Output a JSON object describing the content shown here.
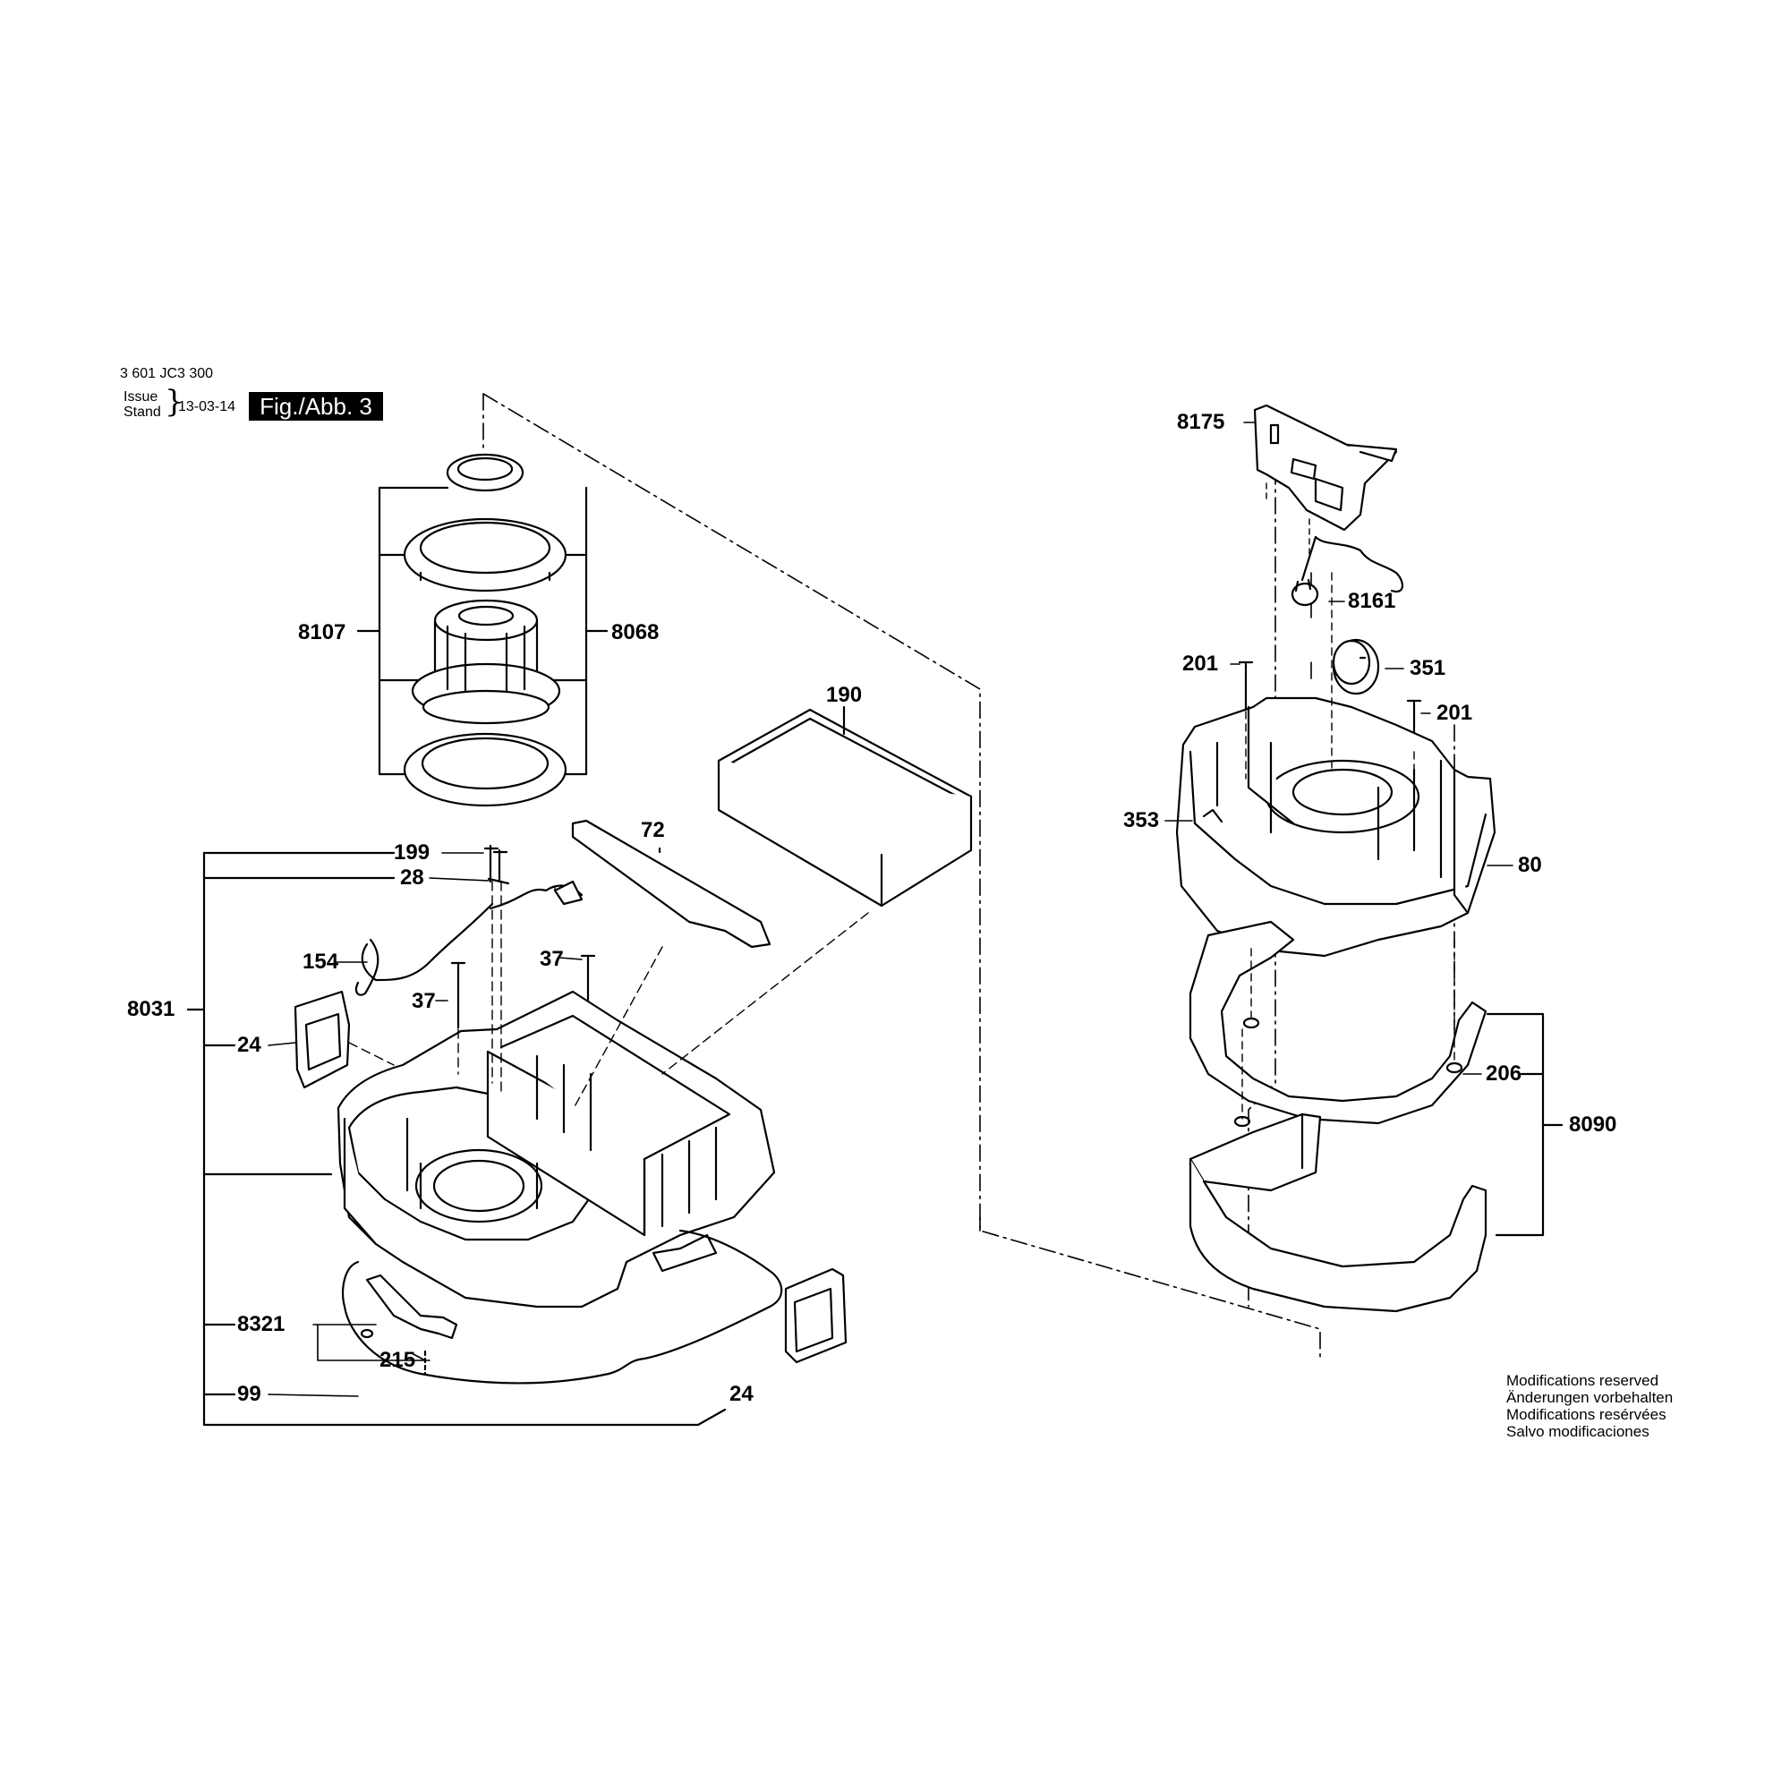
{
  "header": {
    "part_code": "3 601 JC3 300",
    "issue_label": "Issue",
    "stand_label": "Stand",
    "brace": "}",
    "date": "13-03-14",
    "figure": "Fig./Abb. 3"
  },
  "labels": {
    "l8107": "8107",
    "l8068": "8068",
    "l190": "190",
    "l199": "199",
    "l28": "28",
    "l72": "72",
    "l154": "154",
    "l37a": "37",
    "l37b": "37",
    "l8031": "8031",
    "l24a": "24",
    "l8321": "8321",
    "l215": "215",
    "l99": "99",
    "l24b": "24",
    "l8175": "8175",
    "l8161": "8161",
    "l201a": "201",
    "l351": "351",
    "l201b": "201",
    "l353": "353",
    "l80": "80",
    "l206": "206",
    "l8090": "8090"
  },
  "notes": [
    "Modifications reserved",
    "Änderungen vorbehalten",
    "Modifications resérvées",
    "Salvo modificaciones"
  ],
  "colors": {
    "ink": "#000000",
    "paper": "#ffffff",
    "shade": "#d9d9d9"
  }
}
